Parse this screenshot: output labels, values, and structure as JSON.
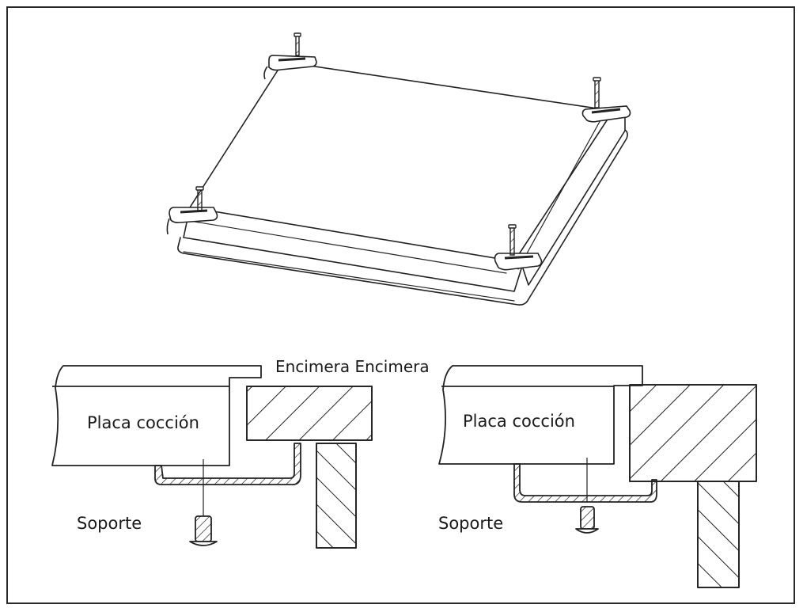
{
  "labels": {
    "encimera": "Encimera Encimera",
    "left_hob": "Placa cocción",
    "right_hob": "Placa cocción",
    "left_support": "Soporte",
    "right_support": "Soporte"
  }
}
